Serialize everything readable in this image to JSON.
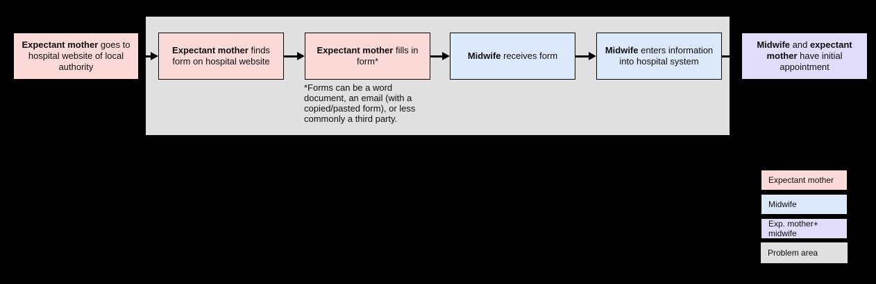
{
  "diagram": {
    "background": "#000000",
    "arrow_color": "#000000",
    "problem_area": {
      "color": "#e0e0e0"
    },
    "boxes": [
      {
        "id": "step-1",
        "actor": "expectant-mother",
        "color": "#fbdad8",
        "segments": [
          {
            "t": "Expectant mother",
            "b": true
          },
          {
            "t": " goes to hospital website of local authority",
            "b": false
          }
        ]
      },
      {
        "id": "step-2",
        "actor": "expectant-mother",
        "color": "#fbdad8",
        "segments": [
          {
            "t": "Expectant mother",
            "b": true
          },
          {
            "t": " finds form on hospital website",
            "b": false
          }
        ]
      },
      {
        "id": "step-3",
        "actor": "expectant-mother",
        "color": "#fbdad8",
        "segments": [
          {
            "t": "Expectant mother",
            "b": true
          },
          {
            "t": " fills in form*",
            "b": false
          }
        ]
      },
      {
        "id": "step-4",
        "actor": "midwife",
        "color": "#dce9fb",
        "segments": [
          {
            "t": "Midwife",
            "b": true
          },
          {
            "t": " receives form",
            "b": false
          }
        ]
      },
      {
        "id": "step-5",
        "actor": "midwife",
        "color": "#dce9fb",
        "segments": [
          {
            "t": "Midwife",
            "b": true
          },
          {
            "t": " enters information into hospital system",
            "b": false
          }
        ]
      },
      {
        "id": "step-6",
        "actor": "expectant-mother-and-midwife",
        "color": "#e1dcf9",
        "segments": [
          {
            "t": "Midwife",
            "b": true
          },
          {
            "t": " and ",
            "b": false
          },
          {
            "t": "expectant mother",
            "b": true
          },
          {
            "t": " have initial appointment",
            "b": false
          }
        ]
      }
    ],
    "footnote": "*Forms can be a word document, an email (with a copied/pasted form), or less commonly a third party."
  },
  "legend": {
    "items": [
      {
        "label": "Expectant mother",
        "color": "#fbdad8"
      },
      {
        "label": "Midwife",
        "color": "#dce9fb"
      },
      {
        "label": "Exp. mother+ midwife",
        "color": "#e1dcf9"
      },
      {
        "label": "Problem area",
        "color": "#e0e0e0"
      }
    ]
  }
}
